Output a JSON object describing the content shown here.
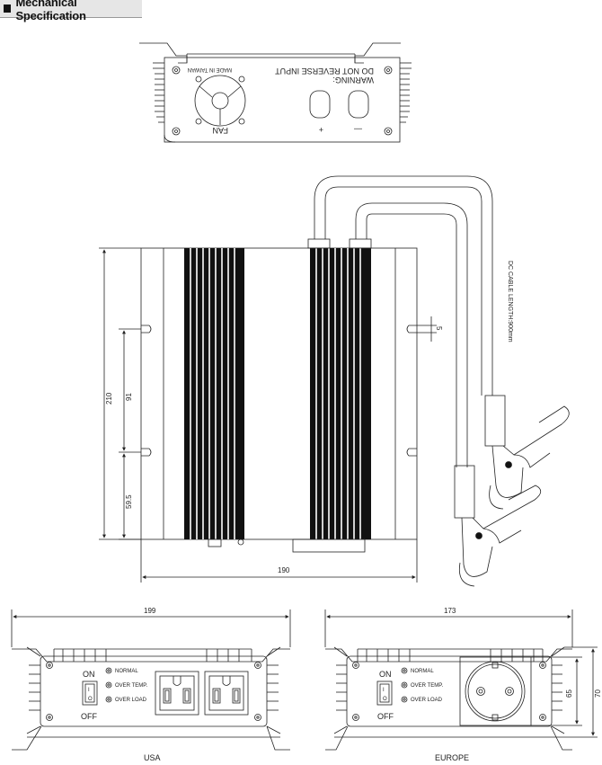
{
  "section_title": "Mechanical Specification",
  "top_view": {
    "warning_line1": "WARNING:",
    "warning_line2": "DO NOT REVERSE INPUT",
    "made_in": "MADE IN TAIWAN",
    "fan": "FAN",
    "plus": "+",
    "minus": "—"
  },
  "main_view": {
    "dim_height": "210",
    "dim_91": "91",
    "dim_59_5": "59.5",
    "dim_width": "190",
    "dim_5": "5",
    "cable_label": "DC CABLE LENGTH:900mm"
  },
  "usa_view": {
    "dim_width": "199",
    "on": "ON",
    "off": "OFF",
    "switch_i": "I",
    "switch_o": "O",
    "normal": "NORMAL",
    "over_temp": "OVER TEMP.",
    "over_load": "OVER LOAD",
    "caption": "USA"
  },
  "europe_view": {
    "dim_width": "173",
    "dim_65": "65",
    "dim_70": "70",
    "on": "ON",
    "off": "OFF",
    "switch_i": "I",
    "switch_o": "O",
    "normal": "NORMAL",
    "over_temp": "OVER TEMP.",
    "over_load": "OVER LOAD",
    "caption": "EUROPE"
  }
}
